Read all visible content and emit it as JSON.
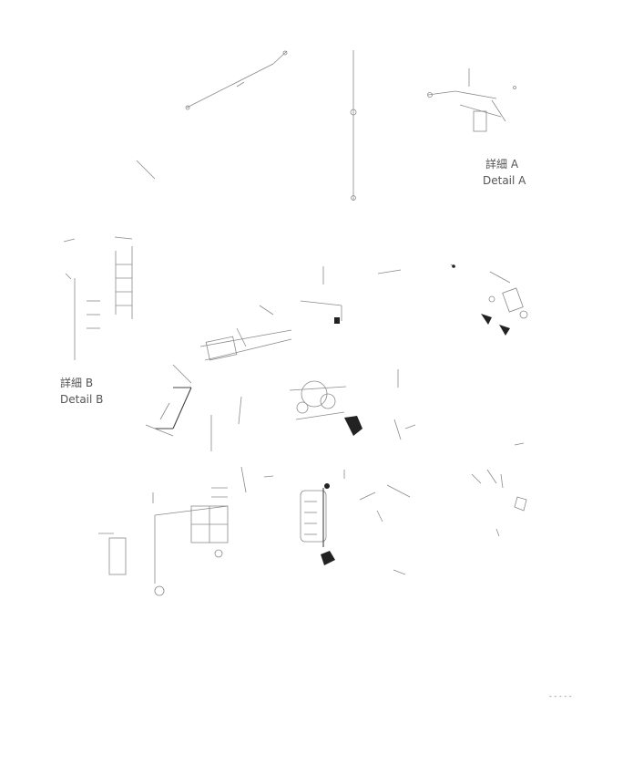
{
  "detail_labels": {
    "a_jp": "詳細 A",
    "a_en": "Detail A",
    "b_jp": "詳細 B",
    "b_en": "Detail B"
  },
  "footer": {
    "code": "- - - - -"
  },
  "colors": {
    "line": "#8a8a8a",
    "ink": "#222222",
    "background": "#ffffff"
  }
}
